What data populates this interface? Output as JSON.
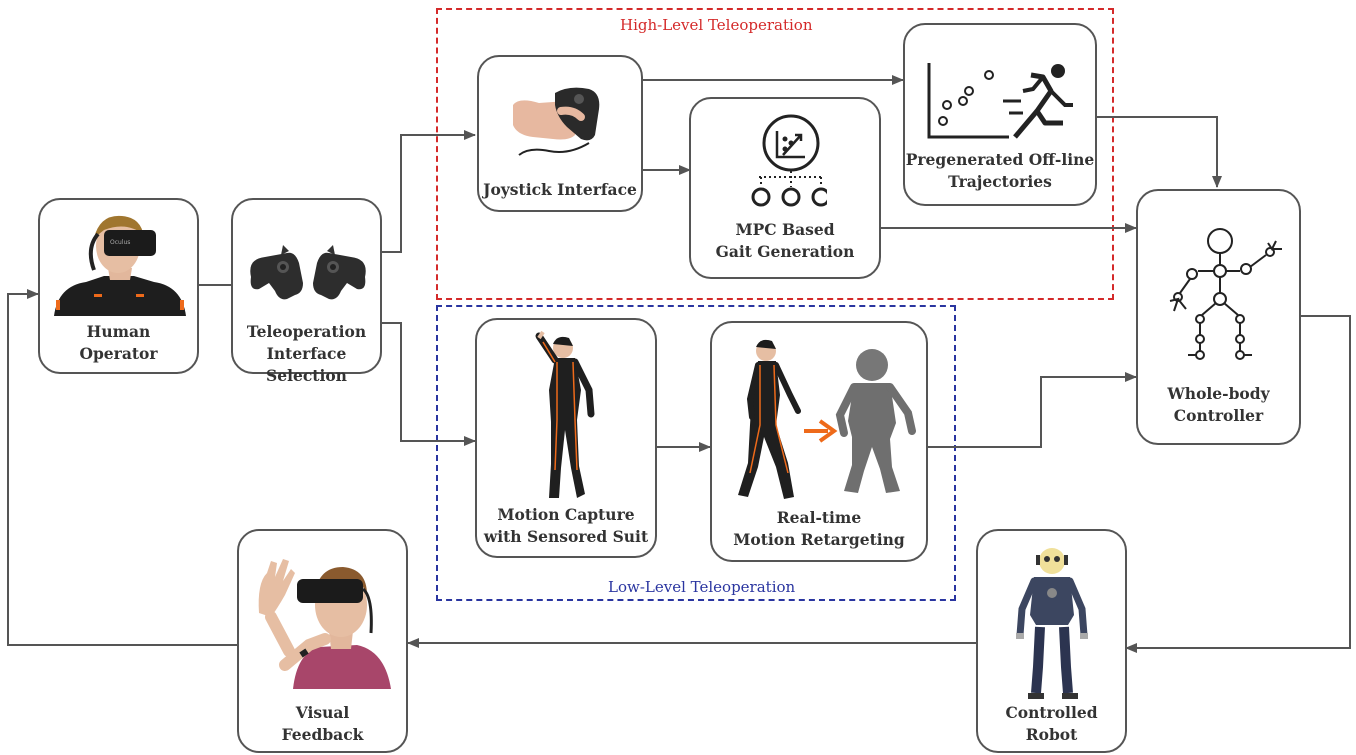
{
  "groups": {
    "high_level": {
      "title": "High-Level Teleoperation",
      "color": "#d42a2a"
    },
    "low_level": {
      "title": "Low-Level Teleoperation",
      "color": "#2a35a0"
    }
  },
  "nodes": {
    "human_operator": {
      "label": "Human\nOperator"
    },
    "interface_selection": {
      "label": "Teleoperation\nInterface Selection"
    },
    "joystick": {
      "label": "Joystick Interface"
    },
    "mpc": {
      "label": "MPC Based\nGait Generation"
    },
    "trajectories": {
      "label": "Pregenerated Off-line\nTrajectories"
    },
    "mocap": {
      "label": "Motion Capture\nwith Sensored Suit"
    },
    "retargeting": {
      "label": "Real-time\nMotion Retargeting"
    },
    "controller": {
      "label": "Whole-body\nController"
    },
    "robot": {
      "label": "Controlled\nRobot"
    },
    "visual_feedback": {
      "label": "Visual\nFeedback"
    }
  },
  "colors": {
    "edge": "#555555",
    "accent_orange": "#ee6a1a"
  }
}
